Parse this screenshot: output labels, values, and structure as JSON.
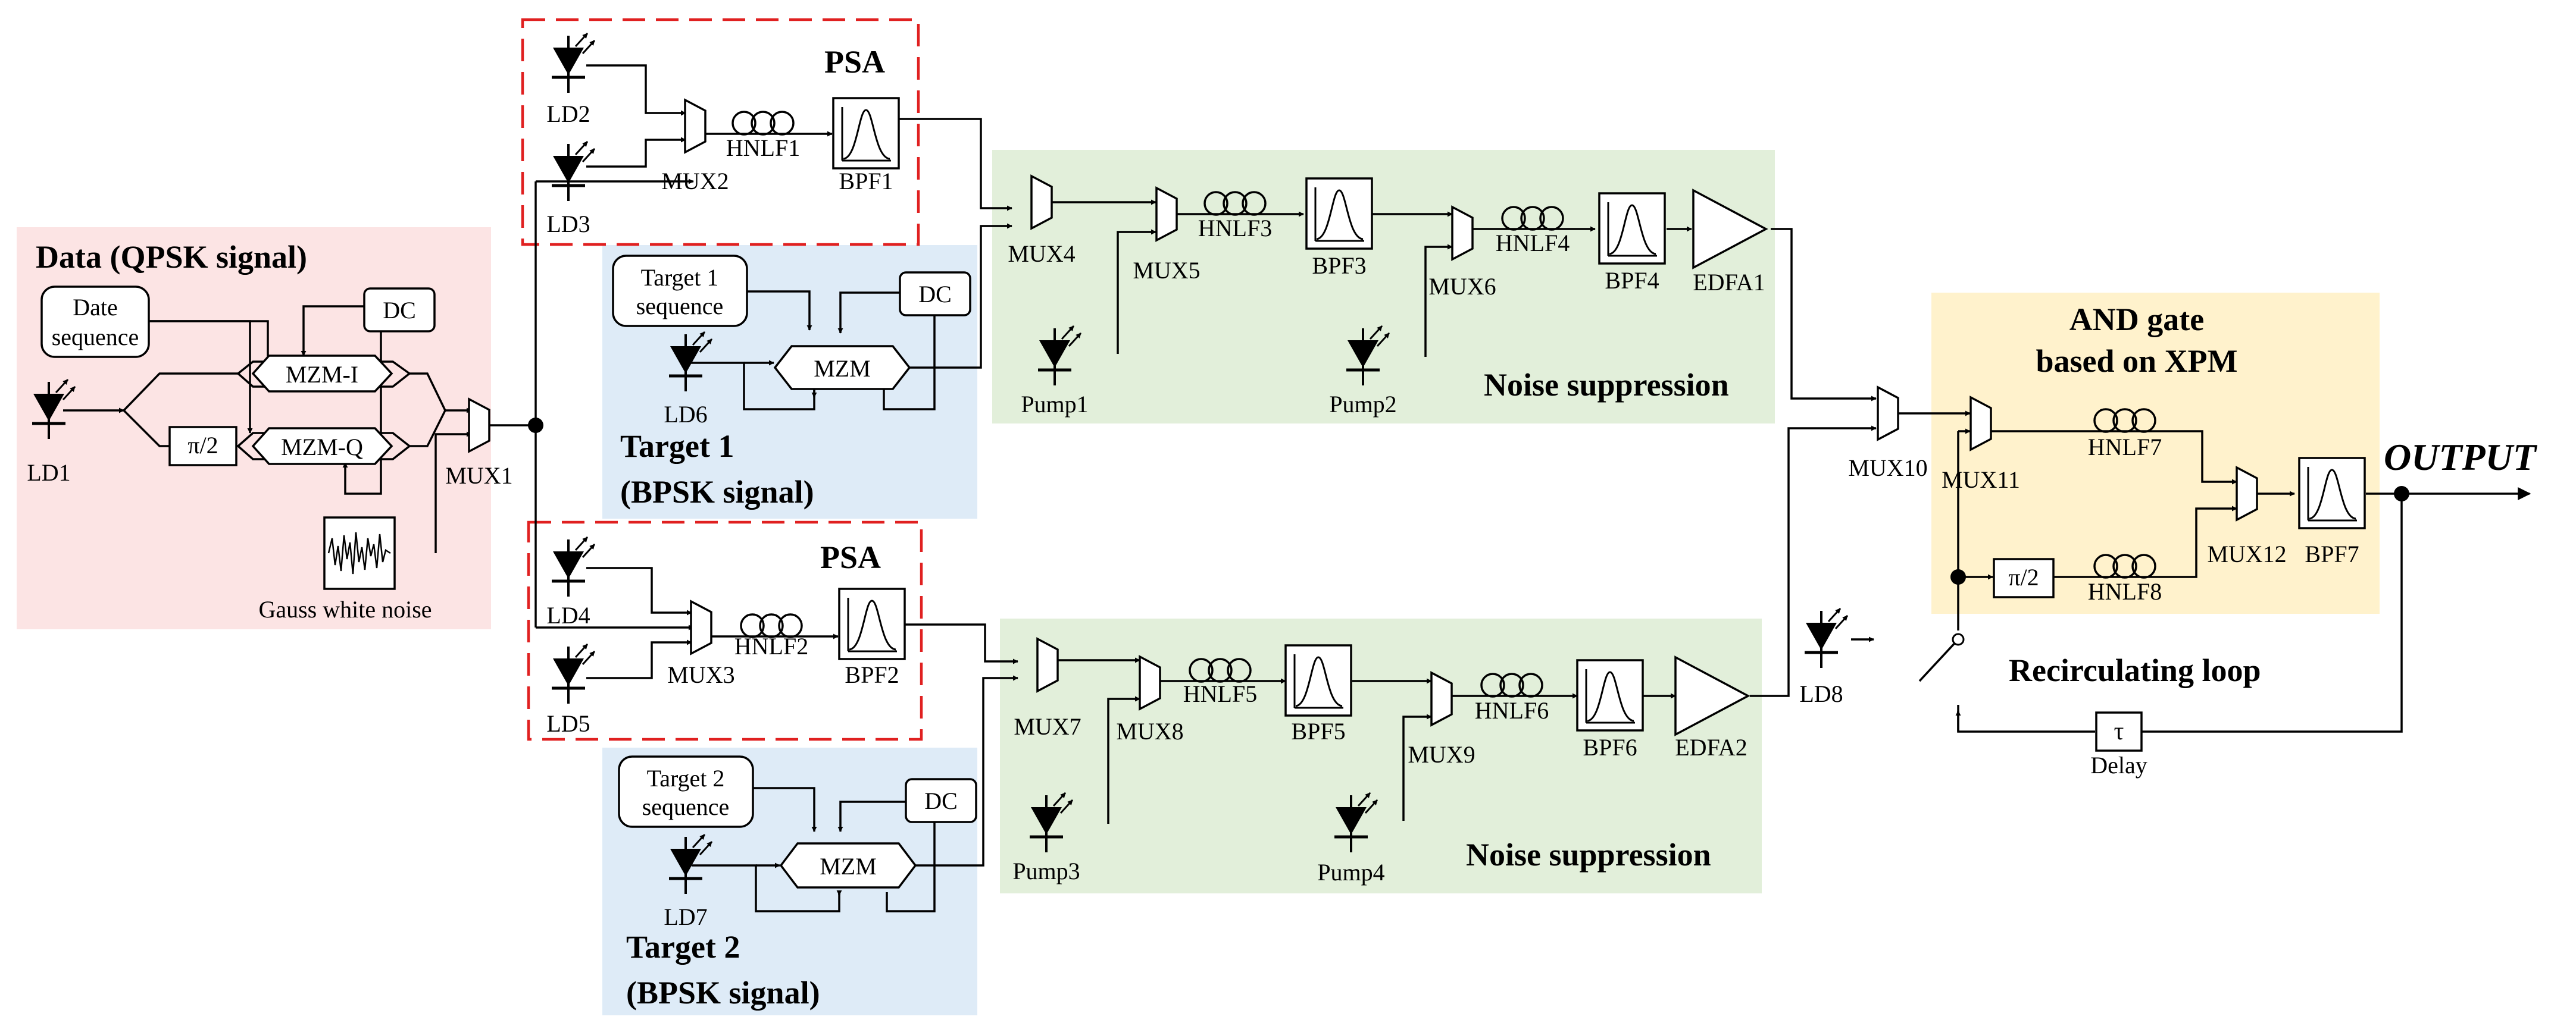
{
  "regions": {
    "data_title": "Data (QPSK signal)",
    "target1_title": "Target 1",
    "target1_sub": "(BPSK signal)",
    "target2_title": "Target 2",
    "target2_sub": "(BPSK signal)",
    "psa_upper_title": "PSA",
    "psa_lower_title": "PSA",
    "noise_upper": "Noise suppression",
    "noise_lower": "Noise suppression",
    "and_gate_line1": "AND gate",
    "and_gate_line2": "based on XPM",
    "recirculating_loop": "Recirculating loop",
    "output": "OUTPUT"
  },
  "labels": {
    "date_seq_1": "Date",
    "date_seq_2": "sequence",
    "dc1": "DC",
    "dc2": "DC",
    "dc3": "DC",
    "mzm_i": "MZM-I",
    "mzm_q": "MZM-Q",
    "pi2_data": "π/2",
    "pi2_and": "π/2",
    "mzm_t1": "MZM",
    "mzm_t2": "MZM",
    "t1_seq_1": "Target 1",
    "t1_seq_2": "sequence",
    "t2_seq_1": "Target 2",
    "t2_seq_2": "sequence",
    "gauss": "Gauss white noise",
    "tau": "τ",
    "delay": "Delay",
    "ld1": "LD1",
    "ld2": "LD2",
    "ld3": "LD3",
    "ld4": "LD4",
    "ld5": "LD5",
    "ld6": "LD6",
    "ld7": "LD7",
    "ld8": "LD8",
    "pump1": "Pump1",
    "pump2": "Pump2",
    "pump3": "Pump3",
    "pump4": "Pump4",
    "mux1": "MUX1",
    "mux2": "MUX2",
    "mux3": "MUX3",
    "mux4": "MUX4",
    "mux5": "MUX5",
    "mux6": "MUX6",
    "mux7": "MUX7",
    "mux8": "MUX8",
    "mux9": "MUX9",
    "mux10": "MUX10",
    "mux11": "MUX11",
    "mux12": "MUX12",
    "hnlf1": "HNLF1",
    "hnlf2": "HNLF2",
    "hnlf3": "HNLF3",
    "hnlf4": "HNLF4",
    "hnlf5": "HNLF5",
    "hnlf6": "HNLF6",
    "hnlf7": "HNLF7",
    "hnlf8": "HNLF8",
    "bpf1": "BPF1",
    "bpf2": "BPF2",
    "bpf3": "BPF3",
    "bpf4": "BPF4",
    "bpf5": "BPF5",
    "bpf6": "BPF6",
    "bpf7": "BPF7",
    "edfa1": "EDFA1",
    "edfa2": "EDFA2"
  },
  "colors": {
    "data_bg": "#fce4e4",
    "target_bg": "#deebf7",
    "noise_bg": "#e2efda",
    "and_bg": "#fff2cc",
    "psa_border": "#e02020",
    "output_text": "#e02020"
  }
}
